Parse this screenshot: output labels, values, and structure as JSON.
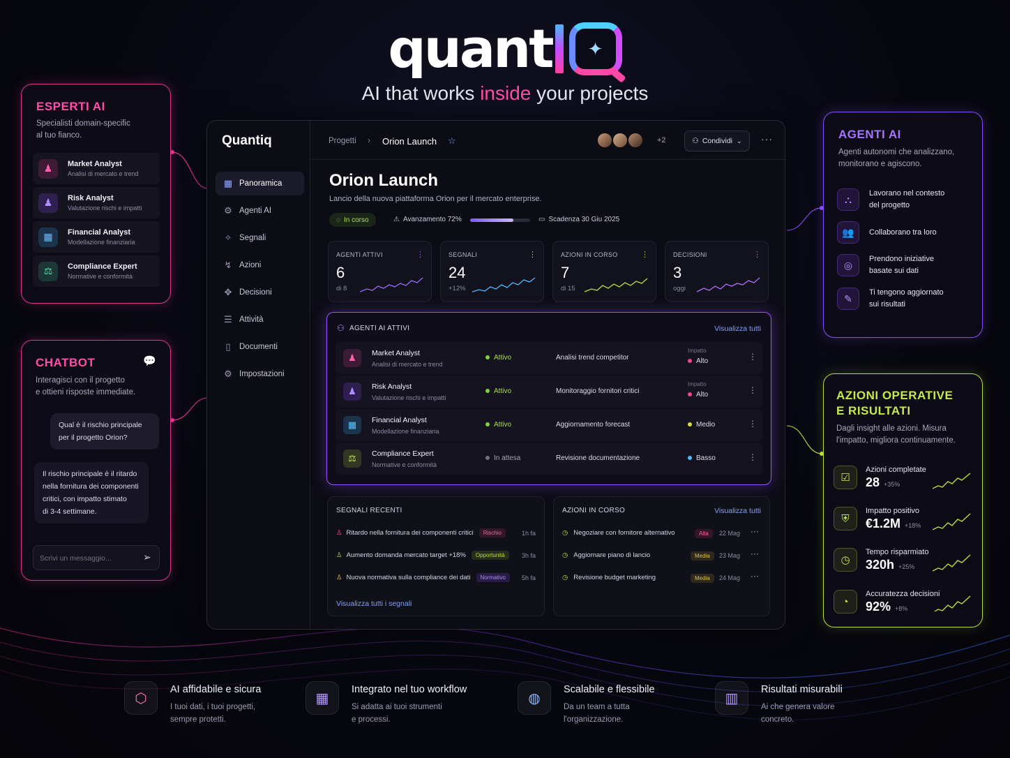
{
  "hero": {
    "brand_word": "quant",
    "tagline_pre": "AI that works ",
    "tagline_hl": "inside",
    "tagline_post": " your projects"
  },
  "experts": {
    "title": "ESPERTI AI",
    "subtitle_1": "Specialisti domain-specific",
    "subtitle_2": "al tuo fianco.",
    "items": [
      {
        "name": "Market Analyst",
        "desc": "Analisi di mercato e trend",
        "color": "#e0358f"
      },
      {
        "name": "Risk Analyst",
        "desc": "Valutazione rischi e impatti",
        "color": "#8b4dff"
      },
      {
        "name": "Financial Analyst",
        "desc": "Modellazione finanziaria",
        "color": "#38b6ff"
      },
      {
        "name": "Compliance Expert",
        "desc": "Normative e conformità",
        "color": "#3fd6a0"
      }
    ]
  },
  "chatbot": {
    "title": "CHATBOT",
    "subtitle_1": "Interagisci con il progetto",
    "subtitle_2": "e ottieni risposte immediate.",
    "q_1": "Qual è il rischio principale",
    "q_2": "per il progetto Orion?",
    "a_1": "Il rischio principale è il ritardo",
    "a_2": "nella fornitura dei componenti",
    "a_3": "critici, con impatto stimato",
    "a_4": "di 3-4 settimane.",
    "placeholder": "Scrivi un messaggio..."
  },
  "agents": {
    "title": "AGENTI AI",
    "subtitle_1": "Agenti autonomi che analizzano,",
    "subtitle_2": "monitorano e agiscono.",
    "items": [
      {
        "l1": "Lavorano nel contesto",
        "l2": "del progetto"
      },
      {
        "l1": "Collaborano tra loro",
        "l2": ""
      },
      {
        "l1": "Prendono iniziative",
        "l2": "basate sui dati"
      },
      {
        "l1": "Ti tengono aggiornato",
        "l2": "sui risultati"
      }
    ]
  },
  "ops": {
    "title_1": "AZIONI OPERATIVE",
    "title_2": "E RISULTATI",
    "subtitle_1": "Dagli insight alle azioni. Misura",
    "subtitle_2": "l'impatto, migliora continuamente.",
    "metrics": [
      {
        "label": "Azioni completate",
        "value": "28",
        "delta": "+35%"
      },
      {
        "label": "Impatto positivo",
        "value": "€1.2M",
        "delta": "+18%"
      },
      {
        "label": "Tempo risparmiato",
        "value": "320h",
        "delta": "+25%"
      },
      {
        "label": "Accuratezza decisioni",
        "value": "92%",
        "delta": "+8%"
      }
    ]
  },
  "app": {
    "brand": "Quantiq",
    "nav": [
      "Panoramica",
      "Agenti AI",
      "Segnali",
      "Azioni",
      "Decisioni",
      "Attività",
      "Documenti",
      "Impostazioni"
    ],
    "crumb_1": "Progetti",
    "crumb_2": "Orion Launch",
    "avatars_more": "+2",
    "share": "Condividi",
    "title": "Orion Launch",
    "description": "Lancio della nuova piattaforma Orion per il mercato enterprise.",
    "status": "In corso",
    "progress_label": "Avanzamento 72%",
    "progress_value": 72,
    "due": "Scadenza 30 Giu 2025",
    "kpis": [
      {
        "label": "AGENTI ATTIVI",
        "value": "6",
        "sub": "di 8",
        "color": "#9b6bff"
      },
      {
        "label": "SEGNALI",
        "value": "24",
        "sub": "+12%",
        "color": "#4fb8ff"
      },
      {
        "label": "AZIONI IN CORSO",
        "value": "7",
        "sub": "di 15",
        "color": "#b8e03a"
      },
      {
        "label": "DECISIONI",
        "value": "3",
        "sub": "oggi",
        "color": "#b06bff"
      }
    ],
    "agents_box": {
      "title": "AGENTI AI ATTIVI",
      "link": "Visualizza tutti",
      "impact_label": "Impatto",
      "rows": [
        {
          "name": "Market Analyst",
          "desc": "Analisi di mercato e trend",
          "status": "Attivo",
          "task": "Analisi trend competitor",
          "impact": "Alto",
          "show_label": true
        },
        {
          "name": "Risk Analyst",
          "desc": "Valutazione rischi e impatti",
          "status": "Attivo",
          "task": "Monitoraggio fornitori critici",
          "impact": "Alto",
          "show_label": true
        },
        {
          "name": "Financial Analyst",
          "desc": "Modellazione finanziaria",
          "status": "Attivo",
          "task": "Aggiornamento forecast",
          "impact": "Medio",
          "show_label": false
        },
        {
          "name": "Compliance Expert",
          "desc": "Normative e conformità",
          "status": "In attesa",
          "task": "Revisione documentazione",
          "impact": "Basso",
          "show_label": false
        }
      ]
    },
    "signals": {
      "title": "SEGNALI RECENTI",
      "link": "Visualizza tutti i segnali",
      "rows": [
        {
          "text": "Ritardo nella fornitura dei componenti critici",
          "tag": "Rischio",
          "time": "1h fa"
        },
        {
          "text": "Aumento domanda mercato target +18%",
          "tag": "Opportunità",
          "time": "3h fa"
        },
        {
          "text": "Nuova normativa sulla compliance dei dati",
          "tag": "Normativo",
          "time": "5h fa"
        }
      ]
    },
    "actions": {
      "title": "AZIONI IN CORSO",
      "link": "Visualizza tutti",
      "rows": [
        {
          "text": "Negoziare con fornitore alternativo",
          "tag": "Alta",
          "date": "22 Mag"
        },
        {
          "text": "Aggiornare piano di lancio",
          "tag": "Media",
          "date": "23 Mag"
        },
        {
          "text": "Revisione budget marketing",
          "tag": "Media",
          "date": "24 Mag"
        }
      ]
    }
  },
  "features": [
    {
      "title": "AI affidabile e sicura",
      "l1": "I tuoi dati, i tuoi progetti,",
      "l2": "sempre protetti."
    },
    {
      "title": "Integrato nel tuo workflow",
      "l1": "Si adatta ai tuoi strumenti",
      "l2": "e processi."
    },
    {
      "title": "Scalabile e flessibile",
      "l1": "Da un team a tutta",
      "l2": "l'organizzazione."
    },
    {
      "title": "Risultati misurabili",
      "l1": "Ai che genera valore",
      "l2": "concreto."
    }
  ]
}
